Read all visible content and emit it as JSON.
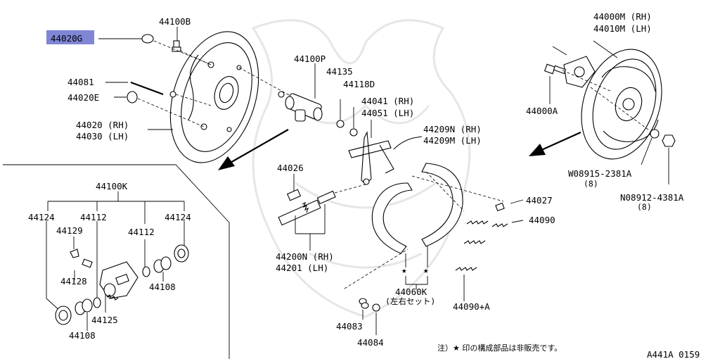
{
  "highlight_color": "#7f86d6",
  "labels": {
    "p44020G": "44020G",
    "p44100B": "44100B",
    "p44081": "44081",
    "p44020E": "44020E",
    "p44020": "44020 (RH)",
    "p44030": "44030 (LH)",
    "p44100P": "44100P",
    "p44135": "44135",
    "p44118D": "44118D",
    "p44041": "44041 (RH)",
    "p44051": "44051 (LH)",
    "p44209N": "44209N (RH)",
    "p44209M": "44209M (LH)",
    "p44026": "44026",
    "p44200N": "44200N (RH)",
    "p44201": "44201  (LH)",
    "p44027": "44027",
    "p44090": "44090",
    "p44060K": "44060K",
    "p44060K_sub": "(左右セット)",
    "p44090A": "44090+A",
    "p44083": "44083",
    "p44084": "44084",
    "p44000M": "44000M (RH)",
    "p44010M": "44010M (LH)",
    "p44000A": "44000A",
    "p08915": "W08915-2381A",
    "p08915_qty": "(8)",
    "p08912": "N08912-4381A",
    "p08912_qty": "(8)",
    "p44100K": "44100K",
    "k44124a": "44124",
    "k44112a": "44112",
    "k44129": "44129",
    "k44112b": "44112",
    "k44124b": "44124",
    "k44128": "44128",
    "k44108a": "44108",
    "k44125": "44125",
    "k44108b": "44108"
  },
  "star_symbol": "★",
  "footnote": "注）★ 印の構成部品は非販売です。",
  "drawing_id": "A441A 0159"
}
